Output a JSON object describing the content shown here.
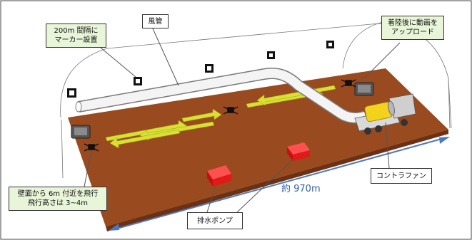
{
  "labels": {
    "marker": {
      "line1": "200m 間隔に",
      "line2": "マーカー設置"
    },
    "duct": "風管",
    "upload": {
      "line1": "着陸後に動画を",
      "line2": "アップロード"
    },
    "fan": "コントラファン",
    "wall": {
      "line1": "壁面から 6m 付近を飛行",
      "line2": "飛行高さは 3~4m"
    },
    "pump": "排水ポンプ",
    "distance": "約 970m"
  },
  "colors": {
    "ground": "#9a4a1f",
    "duct": "#f4f4f4",
    "arrow": "#d8e033",
    "pump": "#e01919",
    "distance_line": "#4a78c6",
    "callout_fill": "#e9f5d8"
  },
  "icons": [
    "marker-icon",
    "drone-icon",
    "drone-case-icon",
    "pump-icon",
    "truck-icon"
  ]
}
